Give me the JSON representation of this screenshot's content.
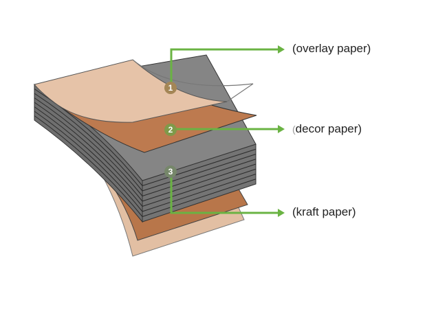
{
  "title": "Laminate paper layers",
  "colors": {
    "arrow": "#6ab343",
    "overlay": "#e6c3a8",
    "decor": "#bd7a4f",
    "core": "#7a7a7a",
    "kraft": "#b8764a",
    "kraft_light": "#e2bfa3"
  },
  "layers": [
    {
      "number": "1",
      "label": "(overlay paper)",
      "marker_color": "#a48656"
    },
    {
      "number": "2",
      "label": "decor paper)",
      "label_prefix": "(",
      "marker_color": "#7f9a4a"
    },
    {
      "number": "3",
      "label": "(kraft paper)",
      "marker_color": "#76876a"
    }
  ]
}
